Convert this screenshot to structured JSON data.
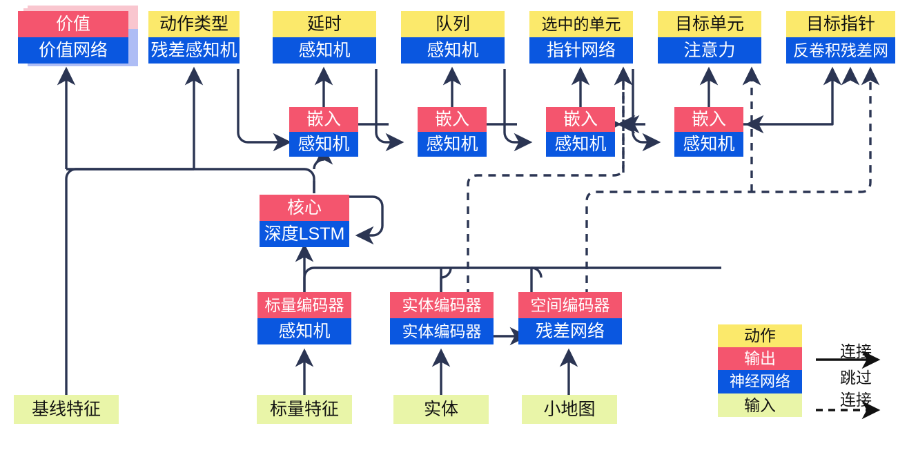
{
  "diagram": {
    "title": "",
    "colors": {
      "output": "#f4556e",
      "action": "#fbe96b",
      "network": "#0a57e0",
      "input": "#e9f5a8",
      "edge": "#2b3553",
      "shadow_pink": "#f9c6cf",
      "shadow_blue": "#aebdf5"
    },
    "nodes": [
      {
        "id": "value",
        "top": "价值",
        "bottom": "价值网络",
        "top_kind": "output",
        "bottom_kind": "network",
        "stacked": true
      },
      {
        "id": "action_type",
        "top": "动作类型",
        "bottom": "残差感知机",
        "top_kind": "action",
        "bottom_kind": "network",
        "stacked": false
      },
      {
        "id": "delay",
        "top": "延时",
        "bottom": "感知机",
        "top_kind": "action",
        "bottom_kind": "network",
        "stacked": false
      },
      {
        "id": "queue",
        "top": "队列",
        "bottom": "感知机",
        "top_kind": "action",
        "bottom_kind": "network",
        "stacked": false
      },
      {
        "id": "selected",
        "top": "选中的单元",
        "bottom": "指针网络",
        "top_kind": "action",
        "bottom_kind": "network",
        "stacked": false
      },
      {
        "id": "target_unit",
        "top": "目标单元",
        "bottom": "注意力",
        "top_kind": "action",
        "bottom_kind": "network",
        "stacked": false
      },
      {
        "id": "target_point",
        "top": "目标指针",
        "bottom": "反卷积残差网",
        "top_kind": "action",
        "bottom_kind": "network",
        "stacked": false
      },
      {
        "id": "embed1",
        "top": "嵌入",
        "bottom": "感知机",
        "top_kind": "output",
        "bottom_kind": "network",
        "stacked": false
      },
      {
        "id": "embed2",
        "top": "嵌入",
        "bottom": "感知机",
        "top_kind": "output",
        "bottom_kind": "network",
        "stacked": false
      },
      {
        "id": "embed3",
        "top": "嵌入",
        "bottom": "感知机",
        "top_kind": "output",
        "bottom_kind": "network",
        "stacked": false
      },
      {
        "id": "embed4",
        "top": "嵌入",
        "bottom": "感知机",
        "top_kind": "output",
        "bottom_kind": "network",
        "stacked": false
      },
      {
        "id": "core",
        "top": "核心",
        "bottom": "深度LSTM",
        "top_kind": "output",
        "bottom_kind": "network",
        "stacked": false
      },
      {
        "id": "scalar_enc",
        "top": "标量编码器",
        "bottom": "感知机",
        "top_kind": "output",
        "bottom_kind": "network",
        "stacked": false
      },
      {
        "id": "entity_enc",
        "top": "实体编码器",
        "bottom": "实体编码器",
        "top_kind": "output",
        "bottom_kind": "network",
        "stacked": false
      },
      {
        "id": "spatial_enc",
        "top": "空间编码器",
        "bottom": "残差网络",
        "top_kind": "output",
        "bottom_kind": "network",
        "stacked": false
      }
    ],
    "inputs": [
      {
        "id": "baseline_features",
        "label": "基线特征"
      },
      {
        "id": "scalar_features",
        "label": "标量特征"
      },
      {
        "id": "entities",
        "label": "实体"
      },
      {
        "id": "minimap",
        "label": "小地图"
      }
    ],
    "legend": {
      "swatches": [
        {
          "id": "legend-action",
          "label": "动作",
          "kind": "action"
        },
        {
          "id": "legend-output",
          "label": "输出",
          "kind": "output"
        },
        {
          "id": "legend-network",
          "label": "神经网络",
          "kind": "network"
        },
        {
          "id": "legend-input",
          "label": "输入",
          "kind": "input"
        }
      ],
      "connection_label": "连接",
      "skip_label_line1": "跳过",
      "skip_label_line2": "连接"
    }
  }
}
